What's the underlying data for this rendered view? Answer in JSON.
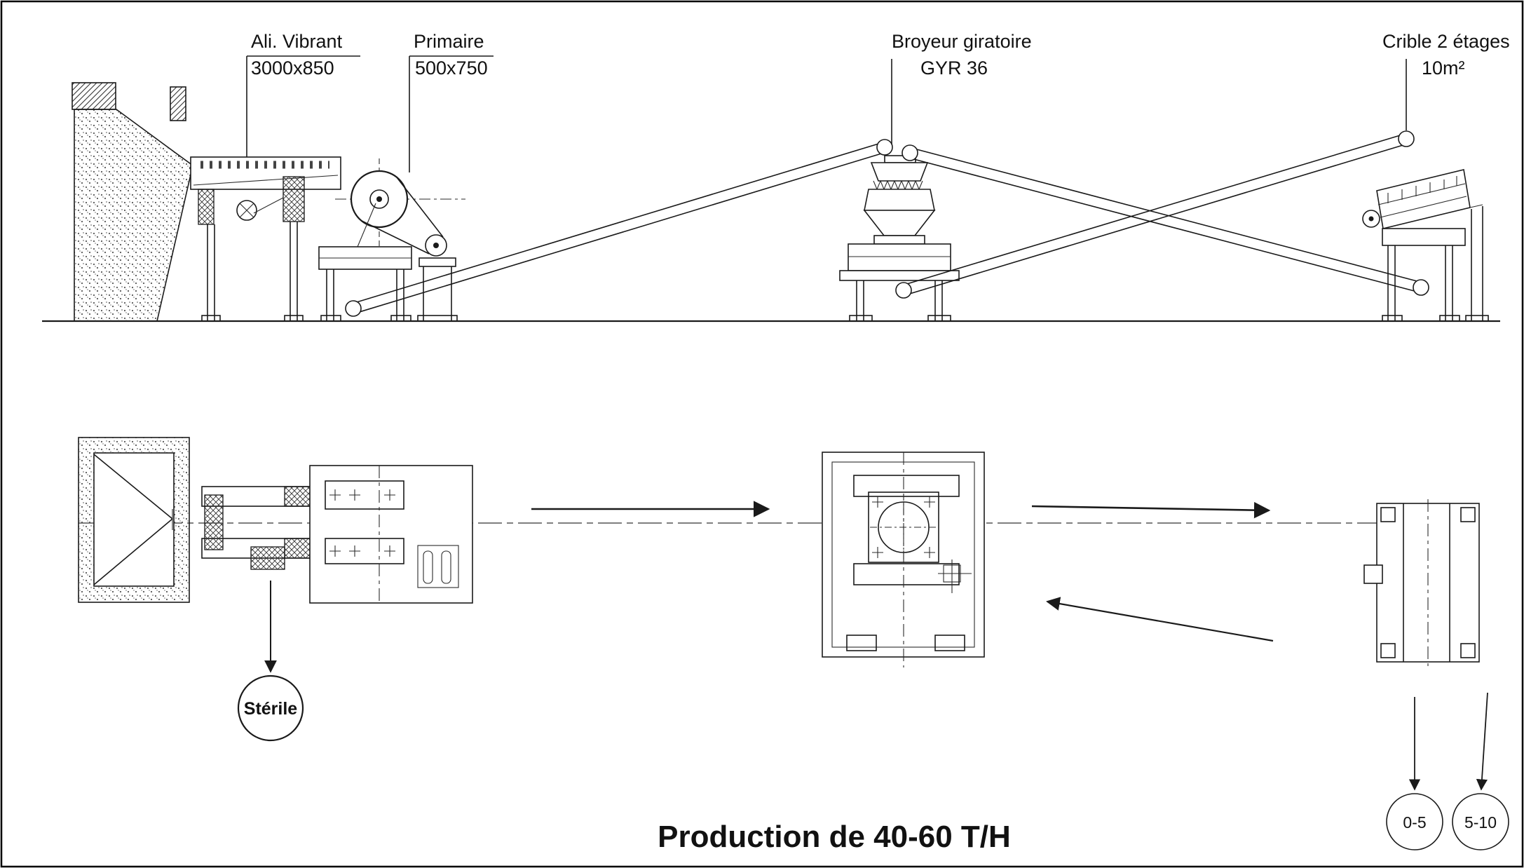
{
  "title": "Production de 40-60 T/H",
  "colors": {
    "background": "#ffffff",
    "line": "#1a1a1a"
  },
  "labels": {
    "feeder": {
      "name": "Ali. Vibrant",
      "spec": "3000x850"
    },
    "primary": {
      "name": "Primaire",
      "spec": "500x750"
    },
    "gyratory": {
      "name": "Broyeur giratoire",
      "spec": "GYR 36"
    },
    "screen": {
      "name": "Crible 2 étages",
      "spec": "10m²"
    }
  },
  "outputs": {
    "sterile": "Stérile",
    "fine": "0-5",
    "coarse": "5-10"
  }
}
